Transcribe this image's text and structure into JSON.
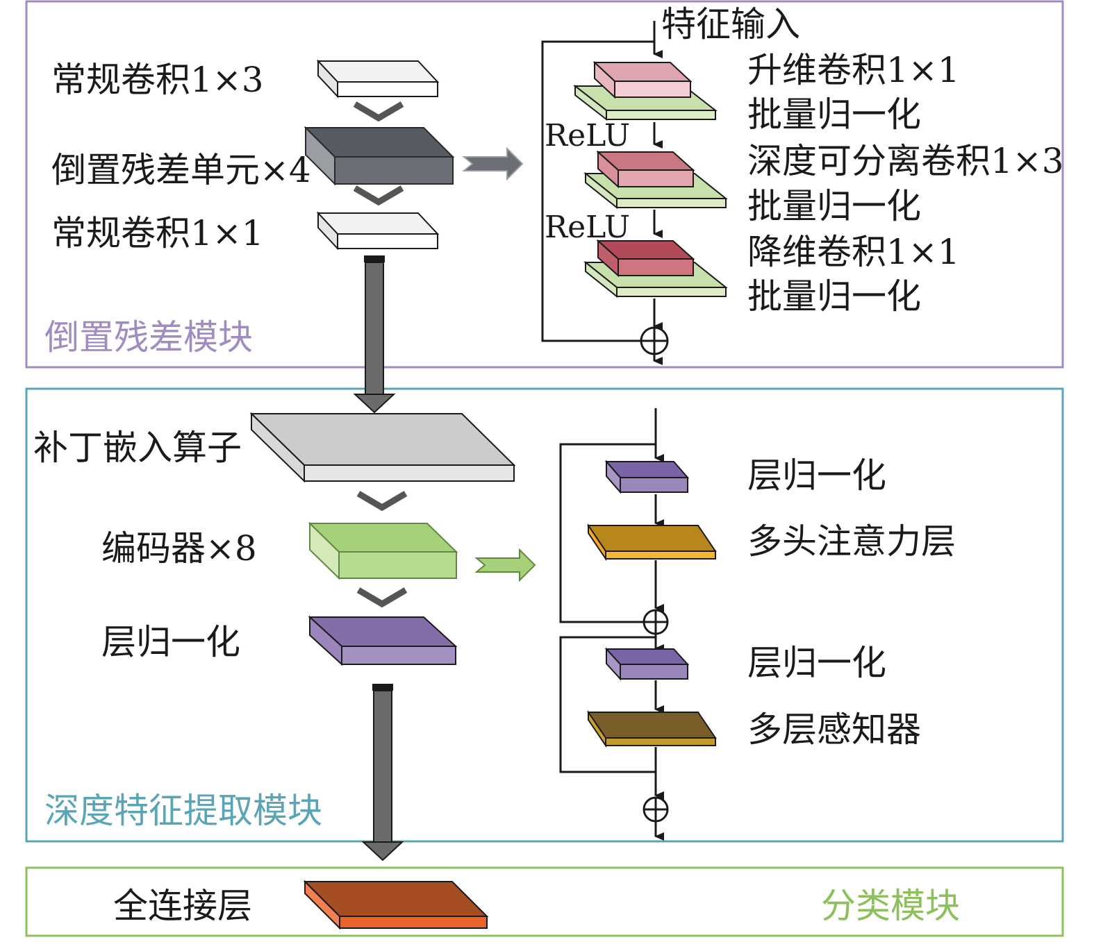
{
  "sections": {
    "inverted_residual": {
      "title": "倒置残差模块",
      "color": "#a08cc0"
    },
    "deep_feature": {
      "title": "深度特征提取模块",
      "color": "#5aa5b5"
    },
    "classification": {
      "title": "分类模块",
      "color": "#8cc05a"
    }
  },
  "left_column": {
    "conv_1x3": "常规卷积1×3",
    "inverted_units": "倒置残差单元×4",
    "conv_1x1": "常规卷积1×1",
    "patch_embedding": "补丁嵌入算子",
    "encoder": "编码器×8",
    "layer_norm": "层归一化",
    "fully_connected": "全连接层"
  },
  "residual_detail": {
    "input": "特征输入",
    "expand_conv": "升维卷积1×1",
    "bn1": "批量归一化",
    "relu1": "ReLU",
    "depthwise_conv": "深度可分离卷积1×3",
    "bn2": "批量归一化",
    "relu2": "ReLU",
    "reduce_conv": "降维卷积1×1",
    "bn3": "批量归一化"
  },
  "encoder_detail": {
    "ln1": "层归一化",
    "mha": "多头注意力层",
    "ln2": "层归一化",
    "mlp": "多层感知器"
  }
}
